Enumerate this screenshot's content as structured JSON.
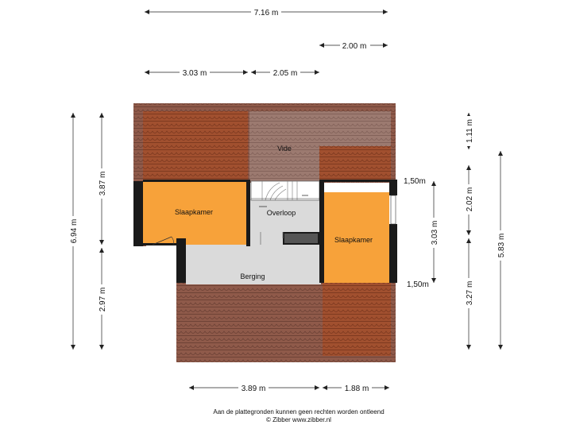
{
  "dimensions": {
    "top_total": "7.16 m",
    "top_right": "2.00 m",
    "top_left": "3.03 m",
    "top_mid": "2.05 m",
    "left_outer": "6.94 m",
    "left_upper": "3.87 m",
    "left_lower": "2.97 m",
    "right_top": "1.11 m",
    "right_mid": "2.02 m",
    "right_lower": "3.27 m",
    "right_total": "5.83 m",
    "inner_height": "3.03 m",
    "window_top": "1,50m",
    "window_bottom": "1,50m",
    "bottom_left": "3.89 m",
    "bottom_right": "1.88 m"
  },
  "rooms": {
    "vide": "Vide",
    "bedroom_left": "Slaapkamer",
    "landing": "Overloop",
    "bedroom_right": "Slaapkamer",
    "storage": "Berging"
  },
  "footer": {
    "disclaimer": "Aan de plattegronden kunnen geen rechten worden ontleend",
    "copyright": "© Zibber www.zibber.nl"
  },
  "colors": {
    "bedroom": "#f7a23a",
    "roof": "#8f5a4a",
    "roof_left": "#a1502f",
    "vide_roof": "#9c7a70",
    "circulation": "#dadada",
    "wall": "#1a1a1a"
  }
}
